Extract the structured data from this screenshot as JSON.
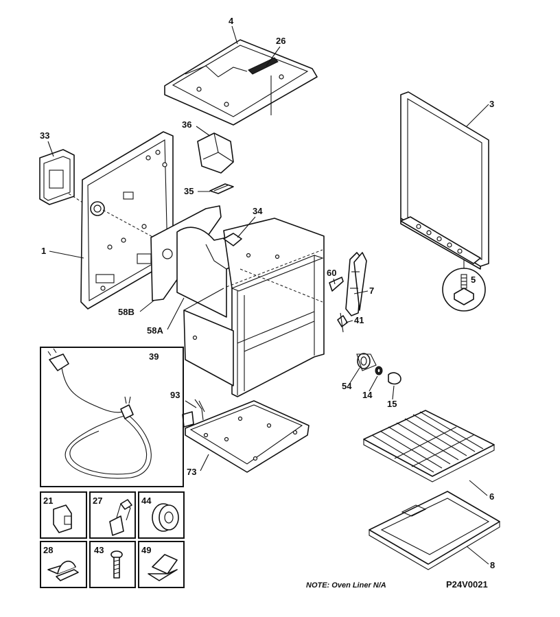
{
  "labels": {
    "p1": "1",
    "p3": "3",
    "p4": "4",
    "p5": "5",
    "p6": "6",
    "p7": "7",
    "p8": "8",
    "p14": "14",
    "p15": "15",
    "p21": "21",
    "p26": "26",
    "p27": "27",
    "p28": "28",
    "p33": "33",
    "p34": "34",
    "p35": "35",
    "p36": "36",
    "p39": "39",
    "p41": "41",
    "p43": "43",
    "p44": "44",
    "p49": "49",
    "p54": "54",
    "p58A": "58A",
    "p58B": "58B",
    "p60": "60",
    "p73": "73",
    "p93": "93"
  },
  "note": "NOTE: Oven Liner N/A",
  "drawing_code": "P24V0021",
  "colors": {
    "ink": "#111111",
    "paper": "#ffffff"
  }
}
